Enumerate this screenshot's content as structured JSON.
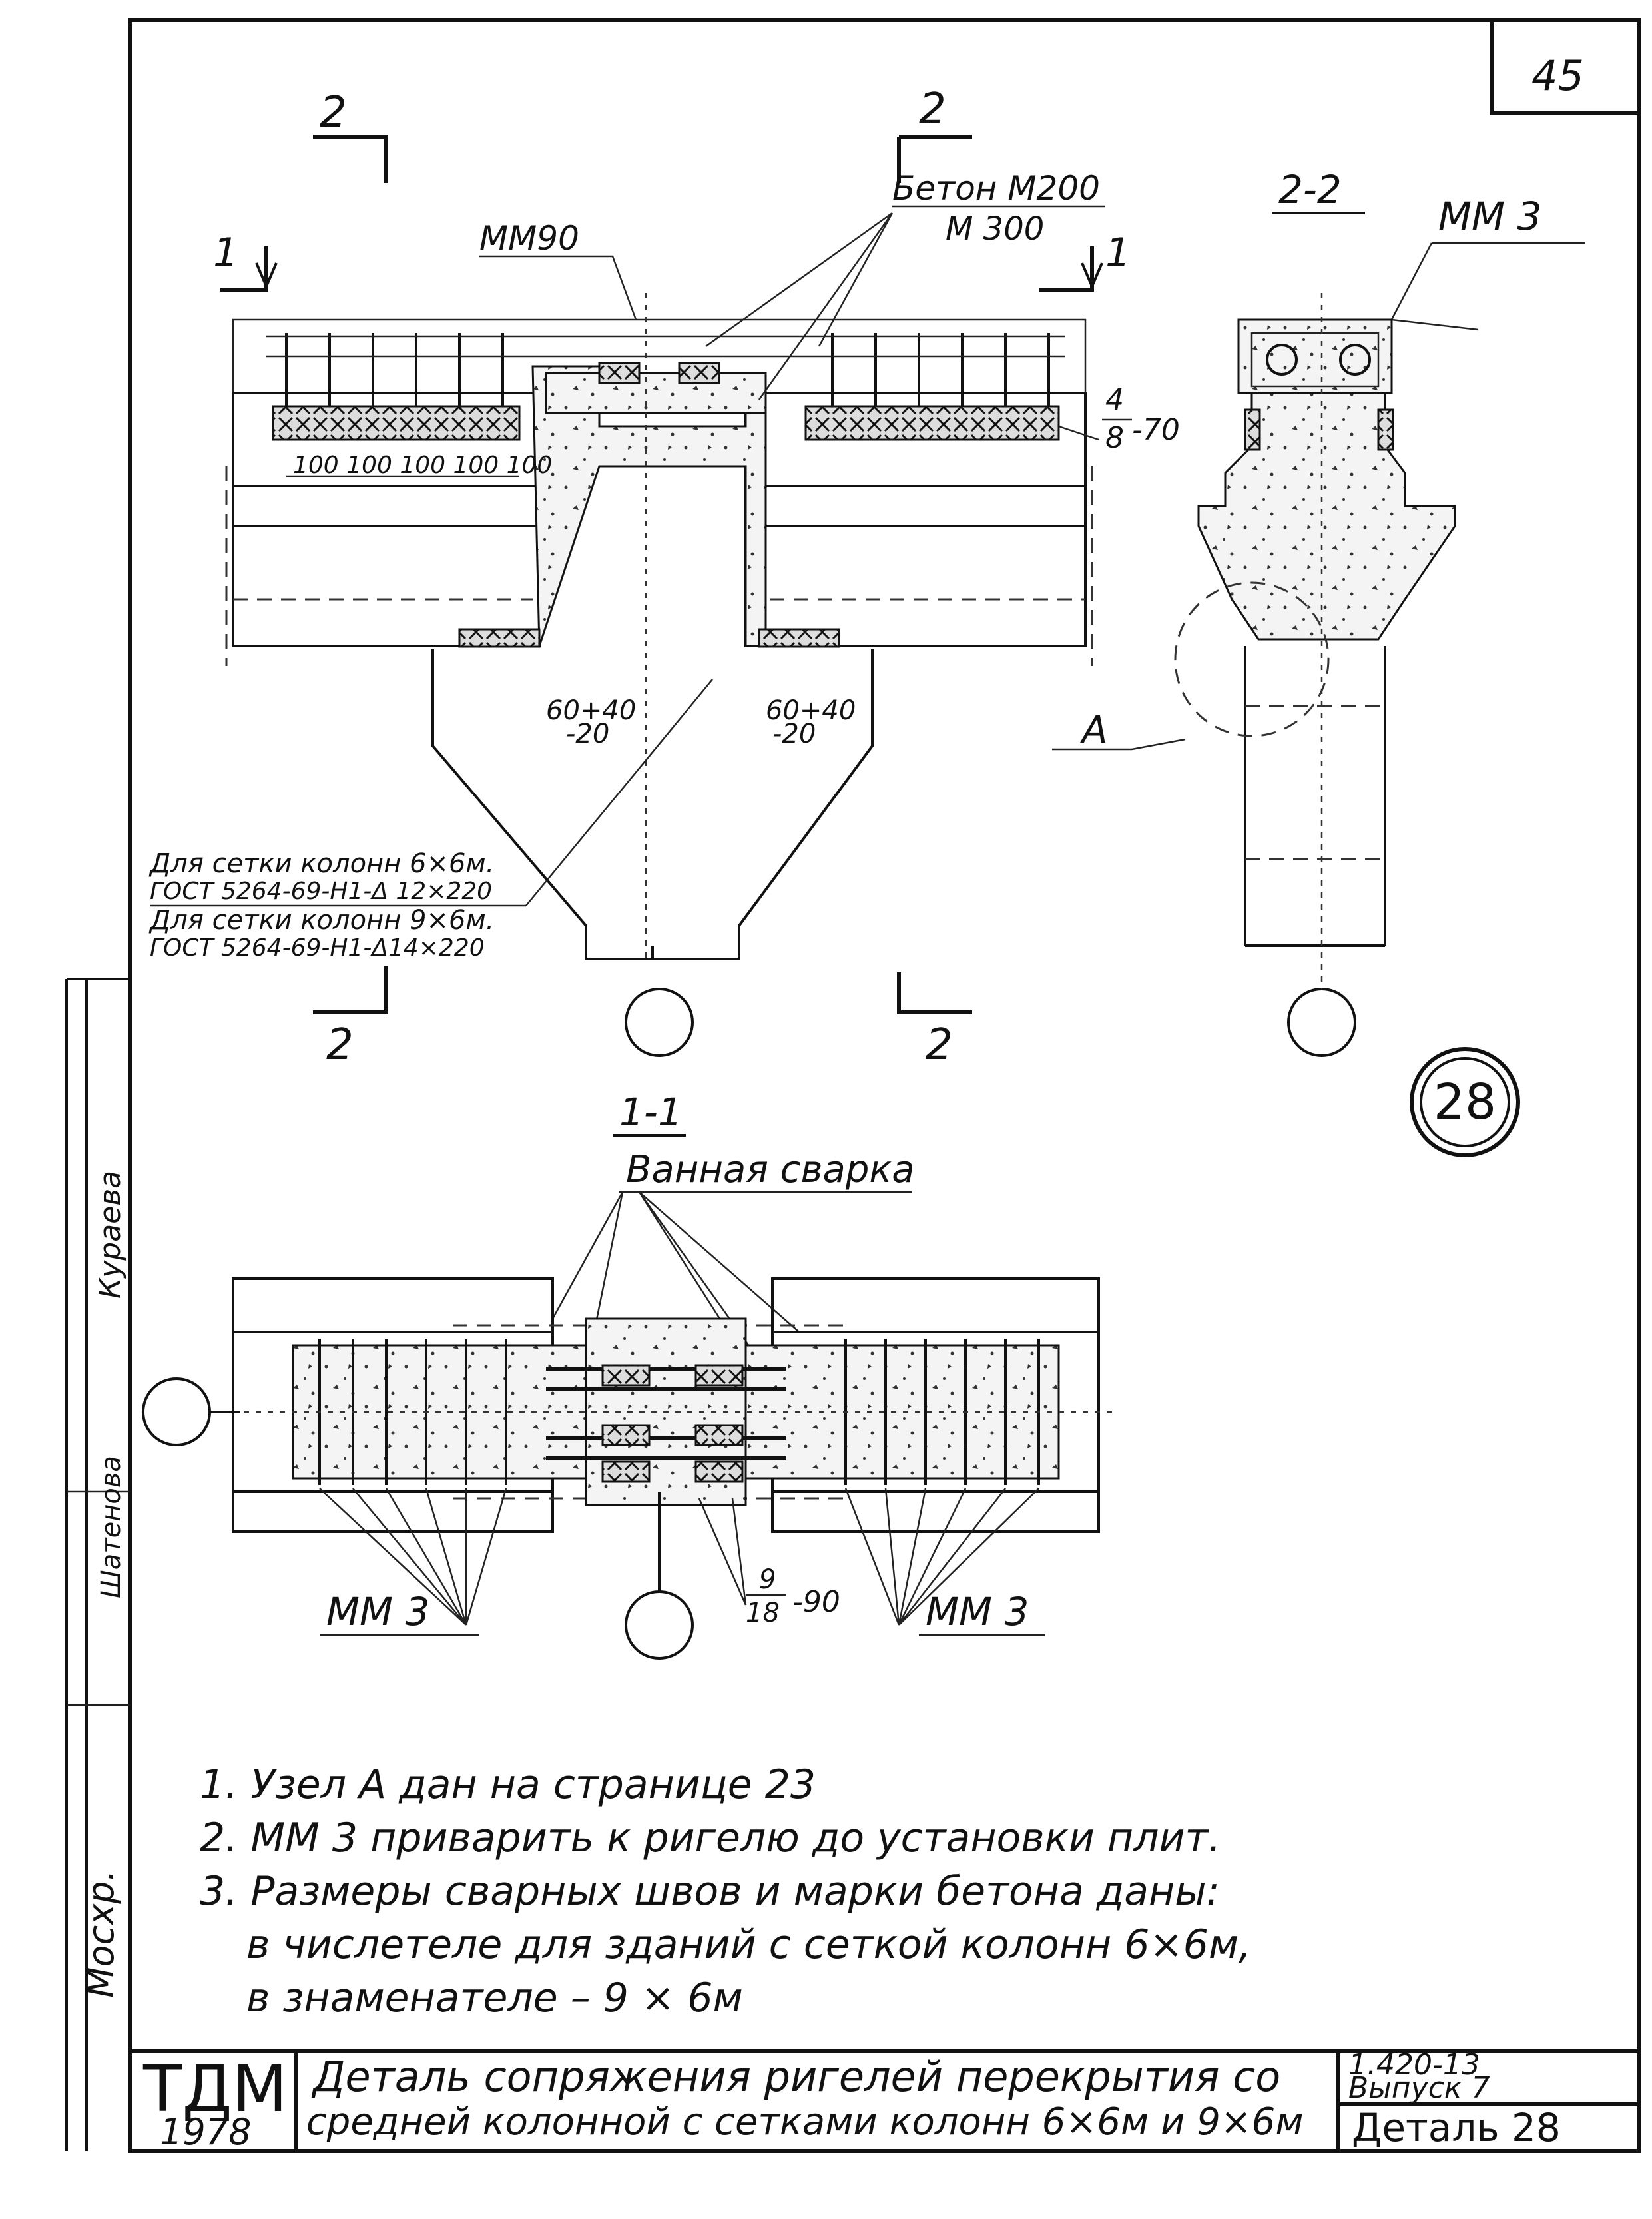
{
  "page_number": "45",
  "detail_badge": "28",
  "section_22": {
    "title": "2-2",
    "mm_label": "ММ 3",
    "node_label": "А"
  },
  "elevation": {
    "cut_marks": {
      "c1": "1",
      "c2": "2"
    },
    "mm90_label": "ММ90",
    "concrete_label_top": "Бетон М200",
    "concrete_label_bottom": "М 300",
    "weld_fraction": {
      "num": "4",
      "den": "8",
      "len": "-70"
    },
    "spacing_label": "100 100 100 100 100",
    "gap_left_top": "60+40",
    "gap_left_bottom": "-20",
    "gap_right_top": "60+40",
    "gap_right_bottom": "-20",
    "mesh_note_1a": "Для сетки колонн 6×6м.",
    "mesh_note_1b": "ГОСТ 5264-69-Н1-Δ 12×220",
    "mesh_note_2a": "Для сетки колонн 9×6м.",
    "mesh_note_2b": "ГОСТ 5264-69-Н1-Δ14×220"
  },
  "section_11": {
    "title": "1-1",
    "weld_label": "Ванная сварка",
    "mm_left": "ММ 3",
    "mm_right": "ММ 3",
    "fraction_num": "9",
    "fraction_den": "18",
    "fraction_len": "-90"
  },
  "notes": [
    "1. Узел А дан на странице 23",
    "2. ММ 3   приварить к ригелю до установки плит.",
    "3. Размеры  сварных  швов  и марки  бетона  даны:",
    "в числетеле  для  зданий  с  сеткой  колонн 6×6м,",
    "в знаменателе  –  9 × 6м"
  ],
  "margin_stamp": {
    "text_1": "Кураева",
    "text_2": "Шатенова",
    "text_3": "Мосхр."
  },
  "title_block": {
    "logo": "ТДМ",
    "year": "1978",
    "title_line_1": "Деталь сопряжения ригелей перекрытия со",
    "title_line_2": "средней колонной с сетками колонн 6×6м и 9×6м",
    "series": "1.420-13",
    "issue": "Выпуск 7",
    "detail": "Деталь 28"
  }
}
